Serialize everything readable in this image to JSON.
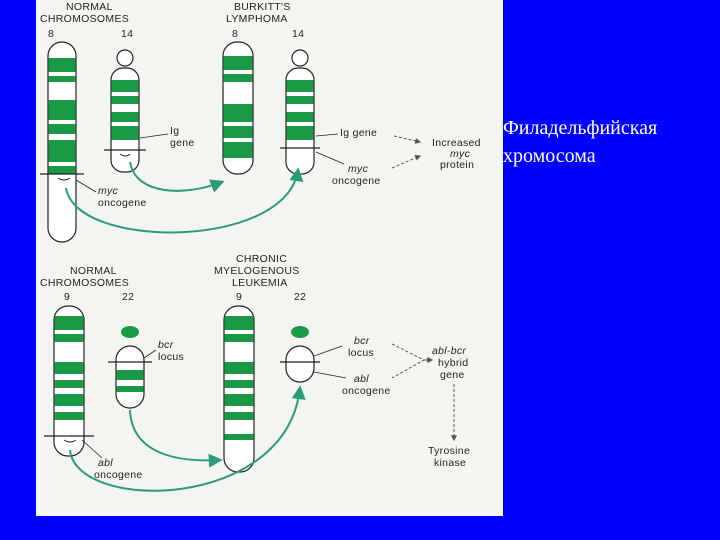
{
  "colors": {
    "background": "#0000ff",
    "figure_bg": "#f4f4f1",
    "chromosome_band": "#1a9a45",
    "arrow": "#2a9c7a",
    "outline": "#222222",
    "centromere_dot": "#1a9a45"
  },
  "caption": {
    "line1": "Филадельфийская",
    "line2": "хромосома"
  },
  "panel_top": {
    "left_title_1": "NORMAL",
    "left_title_2": "CHROMOSOMES",
    "chr_a": "8",
    "chr_b": "14",
    "right_title_1": "BURKITT'S",
    "right_title_2": "LYMPHOMA",
    "chr_c": "8",
    "chr_d": "14",
    "ig_gene_left_1": "Ig",
    "ig_gene_left_2": "gene",
    "myc_left_1": "myc",
    "myc_left_2": "oncogene",
    "ig_gene_right": "Ig gene",
    "myc_right_1": "myc",
    "myc_right_2": "oncogene",
    "result_1": "Increased",
    "result_2": "myc",
    "result_3": "protein"
  },
  "panel_bottom": {
    "left_title_1": "NORMAL",
    "left_title_2": "CHROMOSOMES",
    "chr_a": "9",
    "chr_b": "22",
    "right_title_1": "CHRONIC",
    "right_title_2": "MYELOGENOUS",
    "right_title_3": "LEUKEMIA",
    "chr_c": "9",
    "chr_d": "22",
    "bcr_left_1": "bcr",
    "bcr_left_2": "locus",
    "abl_left_1": "abl",
    "abl_left_2": "oncogene",
    "bcr_right_1": "bcr",
    "bcr_right_2": "locus",
    "abl_right_1": "abl",
    "abl_right_2": "oncogene",
    "hybrid_1": "abl-bcr",
    "hybrid_2": "hybrid",
    "hybrid_3": "gene",
    "result_1": "Tyrosine",
    "result_2": "kinase"
  }
}
